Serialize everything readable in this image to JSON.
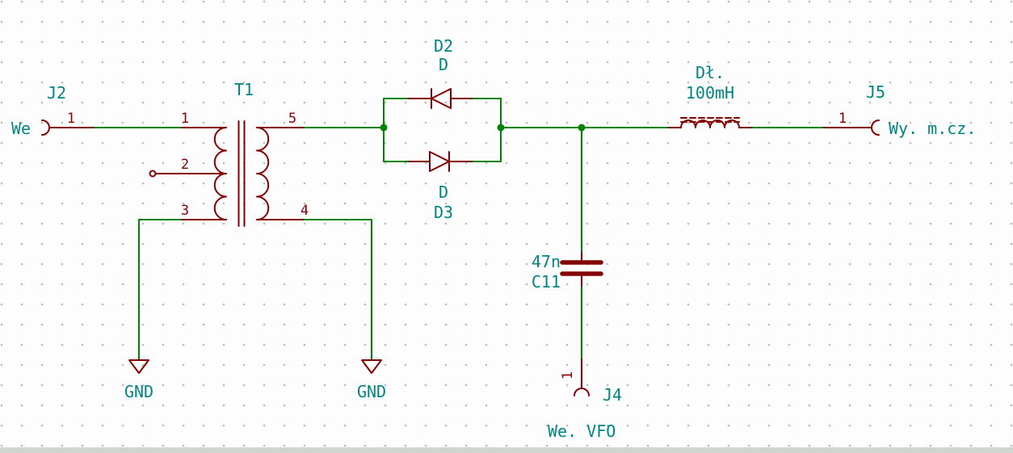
{
  "colors": {
    "background": "#fdfdfd",
    "grid-dot": "#b8bcb8",
    "wire": "#008400",
    "component": "#840000",
    "label": "#008484",
    "bottom-bar": "#d0d5d1"
  },
  "schematic": {
    "j2": {
      "ref": "J2",
      "net": "We",
      "pin1": "1"
    },
    "t1": {
      "ref": "T1",
      "pin1": "1",
      "pin2": "2",
      "pin3": "3",
      "pin4": "4",
      "pin5": "5"
    },
    "d2": {
      "ref": "D2",
      "value": "D"
    },
    "d3": {
      "ref": "D3",
      "value": "D"
    },
    "c11": {
      "ref": "C11",
      "value": "47n"
    },
    "l1": {
      "ref": "Dł.",
      "value": "100mH"
    },
    "j5": {
      "ref": "J5",
      "net": "Wy. m.cz.",
      "pin1": "1"
    },
    "j4": {
      "ref": "J4",
      "net": "We. VFO",
      "pin1": "1"
    },
    "gnd_left": {
      "label": "GND"
    },
    "gnd_right": {
      "label": "GND"
    }
  }
}
